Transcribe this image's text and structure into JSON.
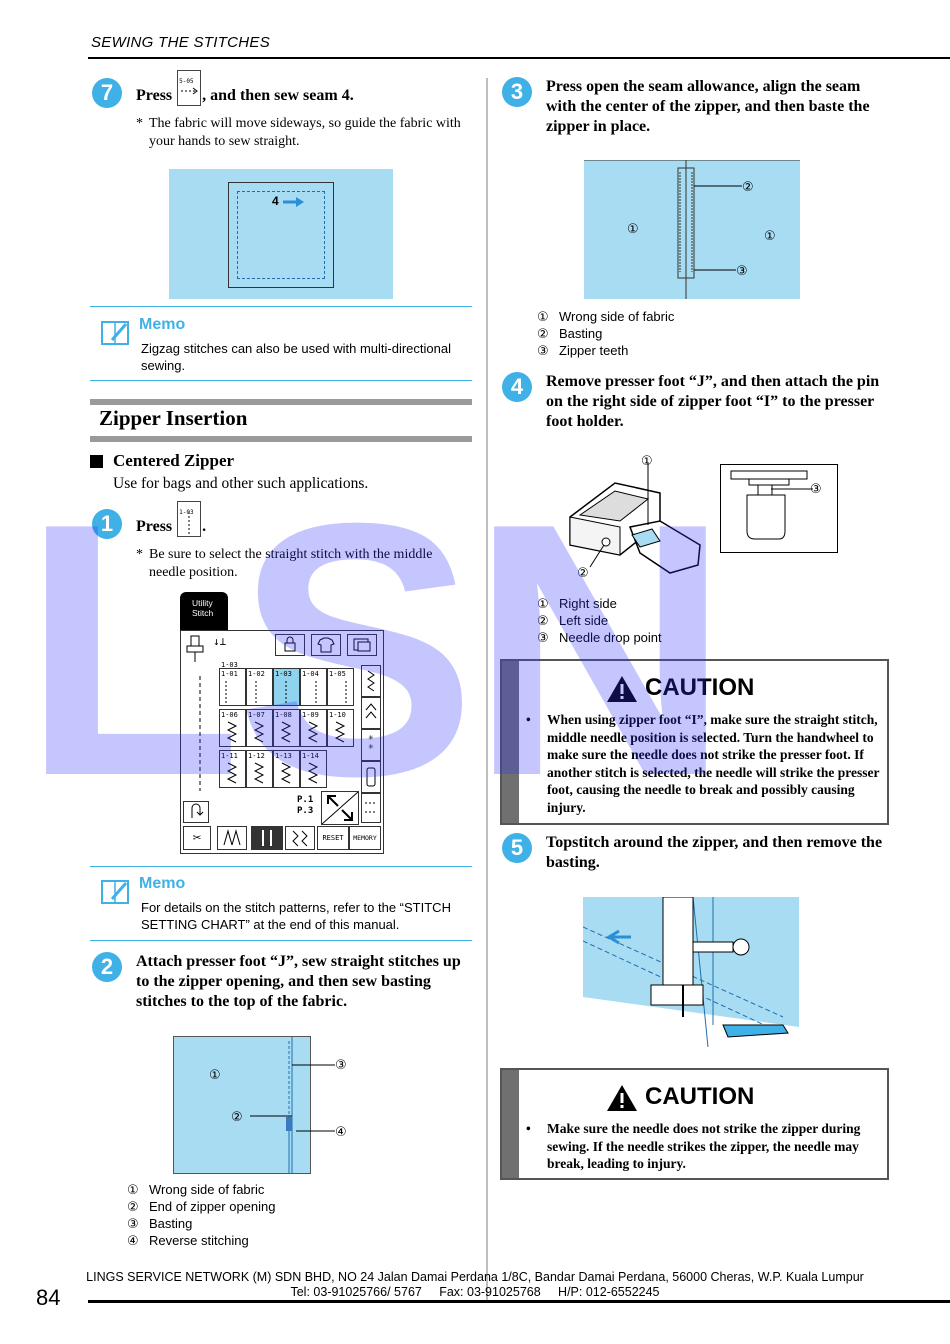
{
  "header": {
    "title": "SEWING THE STITCHES"
  },
  "left": {
    "step7": {
      "num": "7",
      "prefix": "Press",
      "suffix": ", and then sew seam 4.",
      "key_label": "5-05",
      "note": "The fabric will move sideways, so guide the fabric with your hands to sew straight.",
      "figure_label": "4"
    },
    "memo1": {
      "title": "Memo",
      "text": "Zigzag stitches can also be used with multi-directional sewing."
    },
    "section_title": "Zipper Insertion",
    "subsection_title": "Centered Zipper",
    "subsection_intro": "Use for bags and other such applications.",
    "step1": {
      "num": "1",
      "prefix": "Press",
      "suffix": ".",
      "key_label": "1-03",
      "note": "Be sure to select the straight stitch with the middle needle position."
    },
    "lcd": {
      "tab_label": "Utility Stitch",
      "pattern_label": "1-03",
      "keys": [
        "1-01",
        "1-02",
        "1-03",
        "1-04",
        "1-05",
        "1-06",
        "1-07",
        "1-08",
        "1-09",
        "1-10",
        "1-11",
        "1-12",
        "1-13",
        "1-14"
      ],
      "selected": "1-03",
      "page_top": "P.1",
      "page_bottom": "P.3",
      "reset_label": "RESET",
      "memory_label": "MEMORY"
    },
    "memo2": {
      "title": "Memo",
      "text": "For details on the stitch patterns, refer to the “STITCH SETTING CHART” at the end of this manual."
    },
    "step2": {
      "num": "2",
      "text": "Attach presser foot “J”, sew straight stitches up to the zipper opening, and then sew basting stitches to the top of the fabric."
    },
    "figure2_callouts": [
      "①",
      "②",
      "③",
      "④"
    ],
    "legend2": [
      {
        "num": "①",
        "text": "Wrong side of fabric"
      },
      {
        "num": "②",
        "text": "End of zipper opening"
      },
      {
        "num": "③",
        "text": "Basting"
      },
      {
        "num": "④",
        "text": "Reverse stitching"
      }
    ]
  },
  "right": {
    "step3": {
      "num": "3",
      "text": "Press open the seam allowance, align the seam with the center of the zipper, and then baste the zipper in place."
    },
    "figure3_callouts": [
      "①",
      "②",
      "①",
      "③"
    ],
    "legend3": [
      {
        "num": "①",
        "text": "Wrong side of fabric"
      },
      {
        "num": "②",
        "text": "Basting"
      },
      {
        "num": "③",
        "text": "Zipper teeth"
      }
    ],
    "step4": {
      "num": "4",
      "text": "Remove presser foot “J”, and then attach the pin on the right side of zipper foot “I” to the presser foot holder."
    },
    "figure4_callouts": [
      "①",
      "②",
      "③"
    ],
    "legend4": [
      {
        "num": "①",
        "text": "Right side"
      },
      {
        "num": "②",
        "text": "Left side"
      },
      {
        "num": "③",
        "text": "Needle drop point"
      }
    ],
    "caution1": {
      "title": "CAUTION",
      "text": "When using zipper foot “I”, make sure the straight stitch, middle needle position is selected. Turn the handwheel to make sure the needle does not strike the presser foot. If another stitch is selected, the needle will strike the presser foot, causing the needle to break and possibly causing injury."
    },
    "step5": {
      "num": "5",
      "text": "Topstitch around the zipper, and then remove the basting."
    },
    "caution2": {
      "title": "CAUTION",
      "text": "Make sure the needle does not strike the zipper during sewing. If the needle strikes the zipper, the needle may break, leading to injury."
    }
  },
  "footer": {
    "line1": "LINGS SERVICE NETWORK (M) SDN BHD, NO 24 Jalan Damai Perdana 1/8C, Bandar Damai Perdana, 56000 Cheras, W.P. Kuala Lumpur",
    "line2": "Tel: 03-91025766/ 5767     Fax: 03-91025768     H/P: 012-6552245",
    "page_number": "84"
  },
  "watermark": {
    "text": "LSN"
  },
  "colors": {
    "accent": "#3fb1e6",
    "figure_bg": "#a8dcf2",
    "caution_side": "#707070",
    "watermark": "#3232ff"
  }
}
